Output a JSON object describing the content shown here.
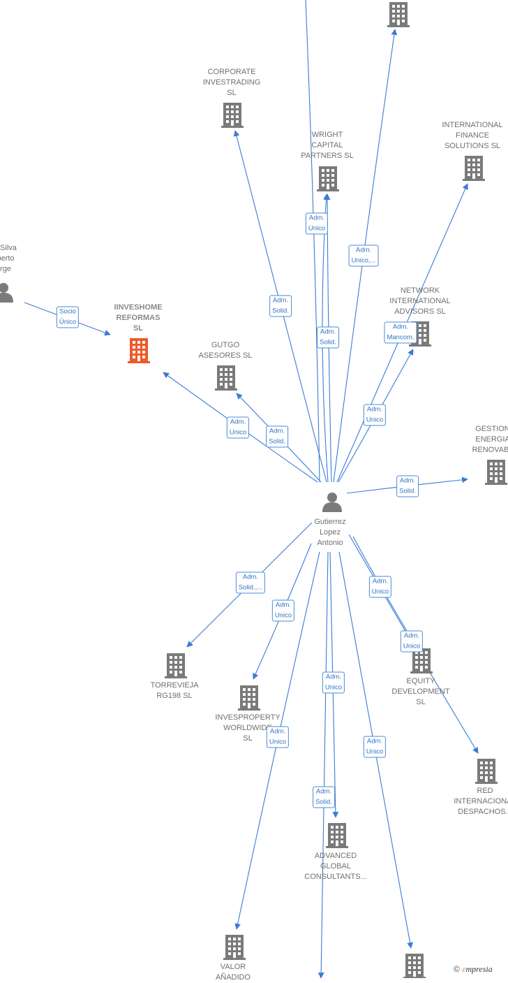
{
  "colors": {
    "edge": "#3a7bd5",
    "building": "#7a7a7a",
    "focus_building": "#ee5a2a",
    "person": "#7a7a7a"
  },
  "nodes": [
    {
      "id": "center",
      "type": "person",
      "label_lines": [
        "Gutierrez",
        "Lopez",
        "Antonio"
      ]
    },
    {
      "id": "iinveshome",
      "type": "company",
      "focus": true,
      "label_lines": [
        "IINVESHOME",
        "REFORMAS",
        "SL"
      ]
    },
    {
      "id": "silva",
      "type": "person",
      "label_lines": [
        "li Silva",
        "berto",
        "rge"
      ]
    },
    {
      "id": "corporate",
      "type": "company",
      "label_lines": [
        "CORPORATE",
        "INVESTRADING",
        "SL"
      ]
    },
    {
      "id": "wright",
      "type": "company",
      "label_lines": [
        "WRIGHT",
        "CAPITAL",
        "PARTNERS  SL"
      ]
    },
    {
      "id": "topcompany",
      "type": "company",
      "label_lines": []
    },
    {
      "id": "intfinance",
      "type": "company",
      "label_lines": [
        "INTERNATIONAL",
        "FINANCE",
        "SOLUTIONS  SL"
      ]
    },
    {
      "id": "network",
      "type": "company",
      "label_lines": [
        "NETWORK",
        "INTERNATIONAL",
        "ADVISORS  SL"
      ]
    },
    {
      "id": "gutgo",
      "type": "company",
      "label_lines": [
        "GUTGO",
        "ASESORES  SL"
      ]
    },
    {
      "id": "gestion",
      "type": "company",
      "label_lines": [
        "GESTION",
        "ENERGIA",
        "RENOVABL"
      ]
    },
    {
      "id": "torrevieja",
      "type": "company",
      "label_lines": [
        "TORREVIEJA",
        "RG198  SL"
      ]
    },
    {
      "id": "invesproperty",
      "type": "company",
      "label_lines": [
        "INVESPROPERTY",
        "WORLDWIDE",
        "SL"
      ]
    },
    {
      "id": "equity",
      "type": "company",
      "label_lines": [
        "EQUITY",
        "DEVELOPMENT",
        "SL"
      ]
    },
    {
      "id": "red",
      "type": "company",
      "label_lines": [
        "RED",
        "INTERNACIONAL",
        "DESPACHOS..."
      ]
    },
    {
      "id": "advanced",
      "type": "company",
      "label_lines": [
        "ADVANCED",
        "GLOBAL",
        "CONSULTANTS..."
      ]
    },
    {
      "id": "valor",
      "type": "company",
      "label_lines": [
        "VALOR",
        "AÑADIDO"
      ]
    },
    {
      "id": "bottomright",
      "type": "company",
      "label_lines": []
    }
  ],
  "edges": [
    {
      "label_lines": [
        "Socio",
        "Único"
      ]
    },
    {
      "label_lines": [
        "Adm.",
        "Unico"
      ]
    },
    {
      "label_lines": [
        "Adm.",
        "Unico,..."
      ]
    },
    {
      "label_lines": [
        "Adm.",
        "Solid."
      ]
    },
    {
      "label_lines": [
        "Adm.",
        "Solid."
      ]
    },
    {
      "label_lines": [
        "Adm.",
        "Mancom."
      ]
    },
    {
      "label_lines": [
        "Adm.",
        "Unico"
      ]
    },
    {
      "label_lines": [
        "Adm.",
        "Unico"
      ]
    },
    {
      "label_lines": [
        "Adm.",
        "Solid."
      ]
    },
    {
      "label_lines": [
        "Adm.",
        "Solid."
      ]
    },
    {
      "label_lines": [
        "Adm.",
        "Solid.,..."
      ]
    },
    {
      "label_lines": [
        "Adm.",
        "Unico"
      ]
    },
    {
      "label_lines": [
        "Adm.",
        "Unico"
      ]
    },
    {
      "label_lines": [
        "Adm.",
        "Unico"
      ]
    },
    {
      "label_lines": [
        "Adm.",
        "Unico"
      ]
    },
    {
      "label_lines": [
        "Adm.",
        "Unico"
      ]
    },
    {
      "label_lines": [
        "Adm.",
        "Solid."
      ]
    },
    {
      "label_lines": [
        "Adm.",
        "Unico"
      ]
    }
  ],
  "watermark": {
    "copyright": "©",
    "brand_initial": "e",
    "brand_rest": "mpresia"
  }
}
